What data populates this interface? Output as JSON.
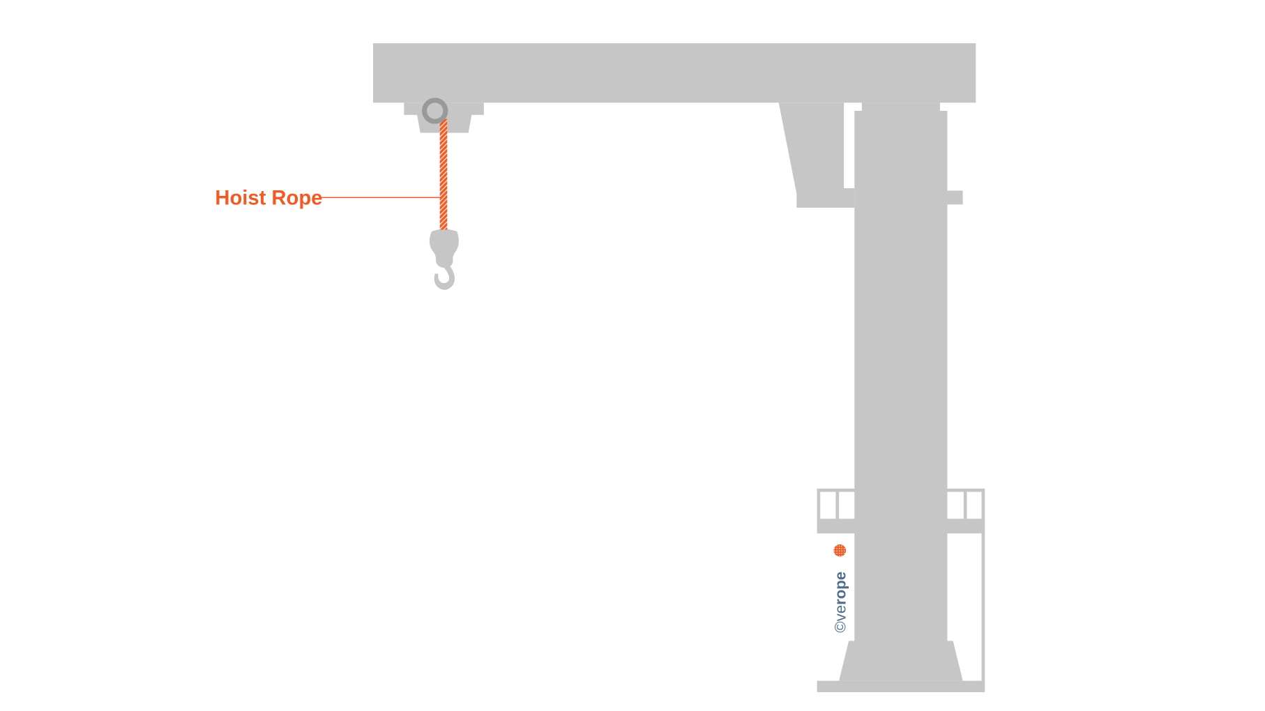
{
  "diagram": {
    "callout": {
      "label": "Hoist Rope",
      "color": "#f15a24"
    },
    "structure_color": "#c6c6c6",
    "sheave_color": "#999999",
    "logo": {
      "copyright": "©",
      "text_light": "ve",
      "text_bold": "rope",
      "text_color": "#4f6e8c",
      "mark_color": "#f15a24"
    }
  }
}
